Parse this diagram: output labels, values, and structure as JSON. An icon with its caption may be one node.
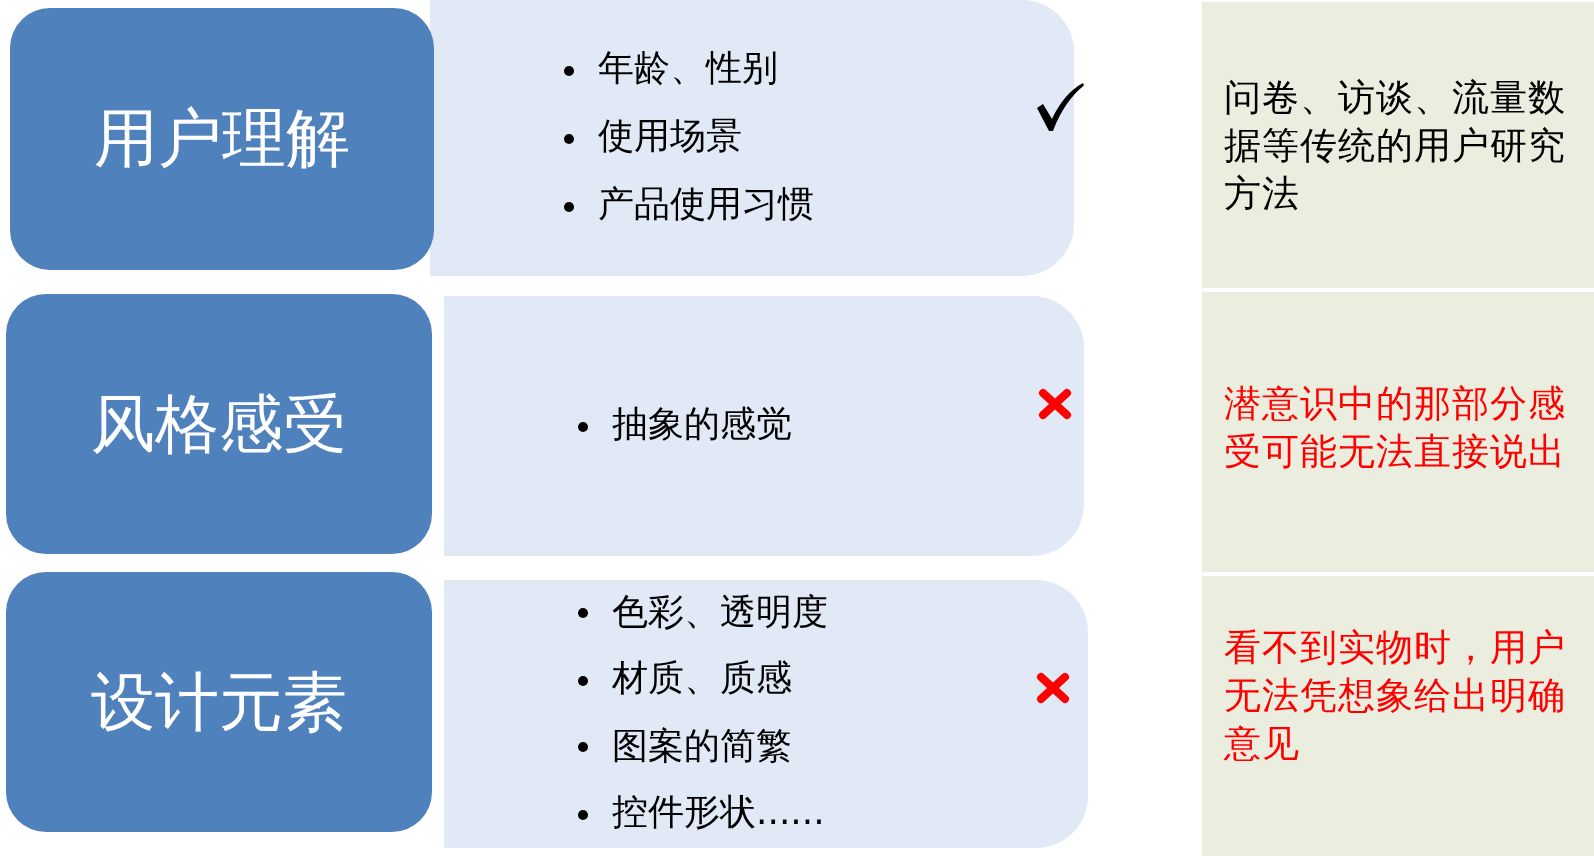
{
  "diagram": {
    "nodes": [
      {
        "text": [
          "用户理解"
        ]
      },
      {
        "text": [
          "年龄、性别",
          "使用场景",
          "产品使用习惯"
        ]
      },
      {
        "text": [
          "问卷、访谈、流量数据等传统的用户研究方法"
        ]
      },
      {
        "text": [
          "风格感受"
        ]
      },
      {
        "text": [
          "抽象的感觉"
        ]
      },
      {
        "text": [
          "潜意识中的那部分感受可能无法直接说出"
        ]
      },
      {
        "text": [
          "设计元素"
        ]
      },
      {
        "text": [
          "色彩、透明度",
          "材质、质感",
          "图案的简繁",
          "控件形状......"
        ]
      },
      {
        "text": [
          "看不到实物时，用户无法凭想象给出明确意见"
        ]
      }
    ]
  }
}
